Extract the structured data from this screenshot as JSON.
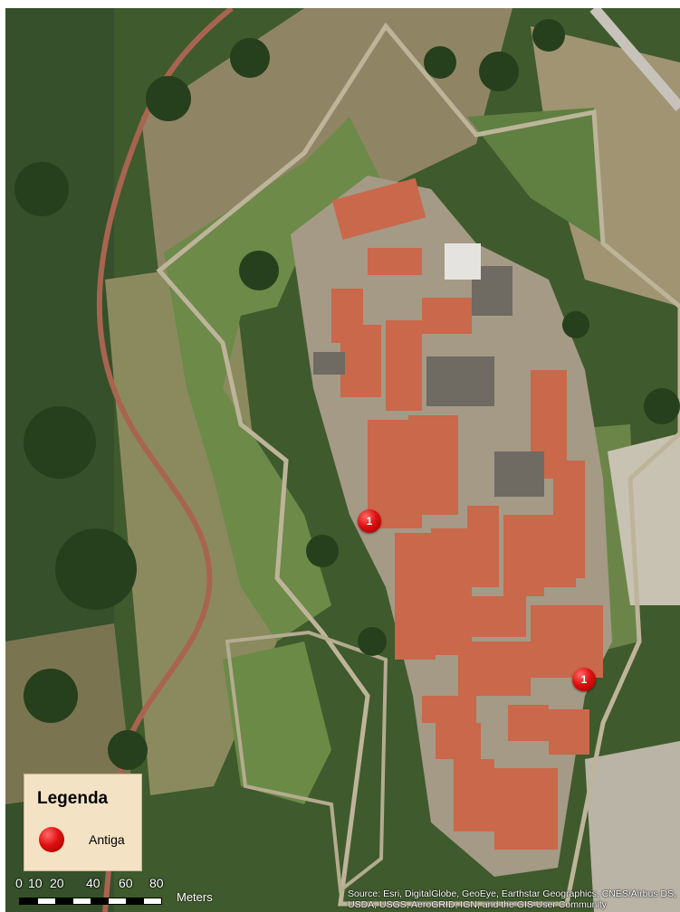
{
  "map": {
    "type": "aerial-imagery",
    "colors": {
      "vegetation": "#3f5a2c",
      "grass": "#6f8a4a",
      "dry_field": "#9b8f6a",
      "path": "#c9b9a6",
      "road_red": "#a86450",
      "roof": "#c9684a",
      "wall": "#bdb49a"
    }
  },
  "markers": [
    {
      "label": "1"
    },
    {
      "label": "1"
    }
  ],
  "legend": {
    "title": "Legenda",
    "item_label": "Antiga",
    "symbol_color": "#e01010"
  },
  "scalebar": {
    "ticks": [
      "0",
      "10",
      "20",
      "40",
      "60",
      "80"
    ],
    "units": "Meters"
  },
  "attribution": "Source: Esri, DigitalGlobe, GeoEye, Earthstar Geographics, CNES/Airbus DS, USDA, USGS, AeroGRID, IGN, and the GIS User Community"
}
